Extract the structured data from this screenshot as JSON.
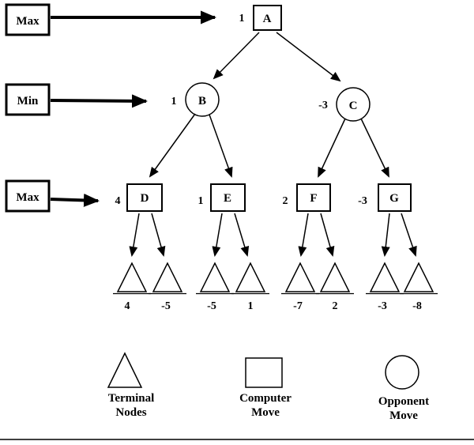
{
  "levels": [
    {
      "label": "Max"
    },
    {
      "label": "Min"
    },
    {
      "label": "Max"
    }
  ],
  "tree": {
    "root": {
      "label": "A",
      "value": "1"
    },
    "min_nodes": [
      {
        "label": "B",
        "value": "1"
      },
      {
        "label": "C",
        "value": "-3"
      }
    ],
    "max_nodes": [
      {
        "label": "D",
        "value": "4"
      },
      {
        "label": "E",
        "value": "1"
      },
      {
        "label": "F",
        "value": "2"
      },
      {
        "label": "G",
        "value": "-3"
      }
    ],
    "terminals": [
      "4",
      "-5",
      "-5",
      "1",
      "-7",
      "2",
      "-3",
      "-8"
    ]
  },
  "legend": {
    "terminal": {
      "line1": "Terminal",
      "line2": "Nodes"
    },
    "computer": {
      "line1": "Computer",
      "line2": "Move"
    },
    "opponent": {
      "line1": "Opponent",
      "line2": "Move"
    }
  },
  "colors": {
    "stroke": "#000000",
    "fill": "#ffffff"
  }
}
